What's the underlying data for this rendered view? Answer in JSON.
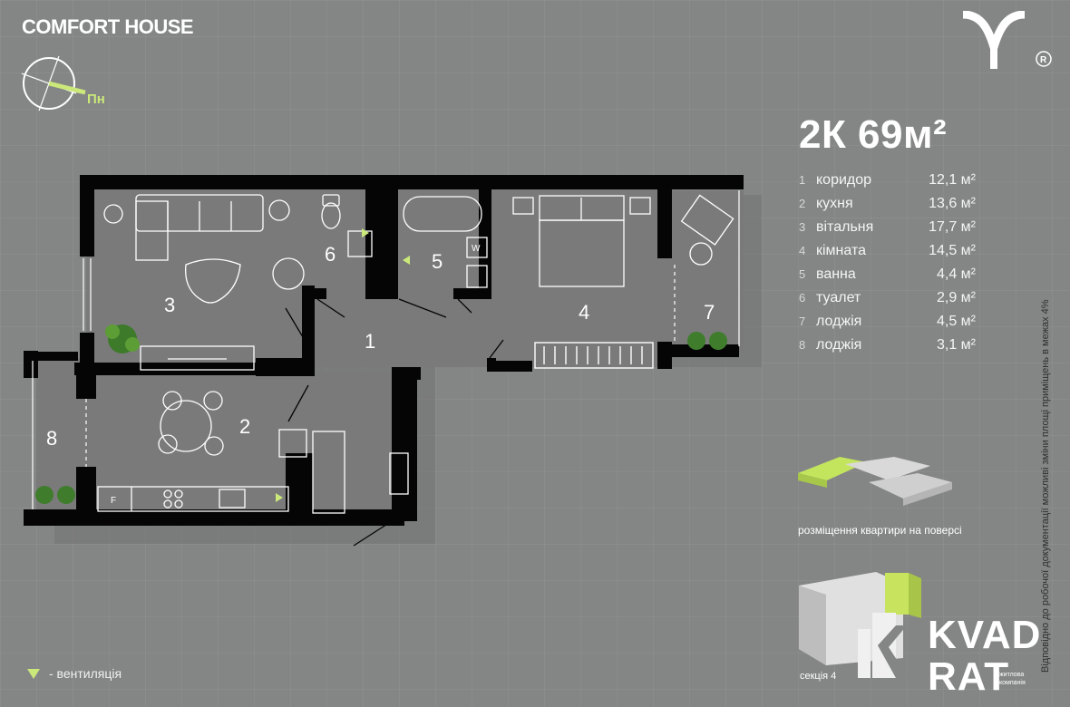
{
  "brand": {
    "name": "COMFORT HOUSE"
  },
  "compass": {
    "direction_label": "Пн"
  },
  "apartment": {
    "title": "2К 69м²"
  },
  "rooms": [
    {
      "num": "1",
      "name": "коридор",
      "area": "12,1 м²"
    },
    {
      "num": "2",
      "name": "кухня",
      "area": "13,6 м²"
    },
    {
      "num": "3",
      "name": "вітальня",
      "area": "17,7 м²"
    },
    {
      "num": "4",
      "name": "кімната",
      "area": "14,5 м²"
    },
    {
      "num": "5",
      "name": "ванна",
      "area": "4,4 м²"
    },
    {
      "num": "6",
      "name": "туалет",
      "area": "2,9 м²"
    },
    {
      "num": "7",
      "name": "лоджія",
      "area": "4,5 м²"
    },
    {
      "num": "8",
      "name": "лоджія",
      "area": "3,1 м²"
    }
  ],
  "plan_labels": {
    "r1": "1",
    "r2": "2",
    "r3": "3",
    "r4": "4",
    "r5": "5",
    "r6": "6",
    "r7": "7",
    "r8": "8",
    "fridge": "F",
    "washer": "W"
  },
  "side_note": "Відповідно до робочої документації можливі зміни площі приміщень в межах 4%",
  "floor_position": {
    "caption": "розміщення квартири на поверсі"
  },
  "section": {
    "label": "секція 4"
  },
  "legend": {
    "ventilation": "- вентиляція"
  },
  "developer": {
    "line1": "KVAD",
    "line2": "RAT",
    "sub1": "житлова",
    "sub2": "компанія"
  },
  "colors": {
    "background": "#848585",
    "accent": "#cbe87a",
    "wall": "#050505",
    "floor": "#787878"
  },
  "icons": [
    "compass-icon",
    "logo-icon",
    "ventilation-marker-icon",
    "plant-icon",
    "kvadrat-logo-icon"
  ]
}
